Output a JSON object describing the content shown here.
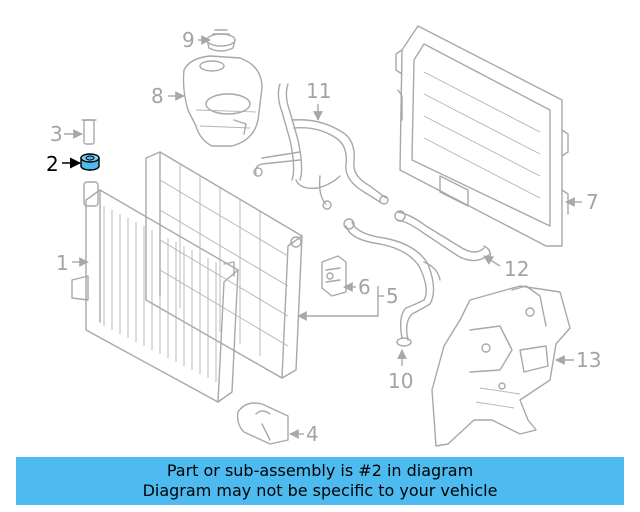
{
  "callouts": {
    "c1": "1",
    "c2": "2",
    "c3": "3",
    "c4": "4",
    "c5": "5",
    "c6": "6",
    "c7": "7",
    "c8": "8",
    "c9": "9",
    "c10": "10",
    "c11": "11",
    "c12": "12",
    "c13": "13"
  },
  "highlighted_part": "2",
  "banner": {
    "line1": "Part or sub-assembly is #2 in diagram",
    "line2": "Diagram may not be specific to your vehicle"
  },
  "colors": {
    "banner_background": "#4dbbf0",
    "highlight_fill": "#4dbbf0",
    "line_art": "#a8a8a8",
    "callout_text": "#a3a3a3",
    "highlight_text": "#000000"
  }
}
